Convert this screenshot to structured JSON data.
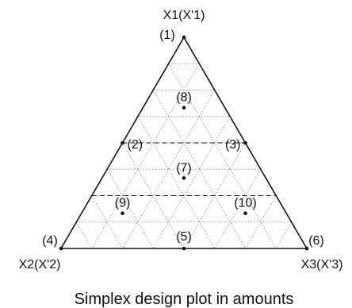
{
  "diagram": {
    "vertices": {
      "top": "X1(X'1)",
      "left": "X2(X'2)",
      "right": "X3(X'3)"
    },
    "caption": "Simplex design plot in amounts",
    "points": [
      {
        "label": "(1)",
        "bary": [
          1,
          0,
          0
        ]
      },
      {
        "label": "(2)",
        "bary": [
          0.5,
          0.5,
          0
        ]
      },
      {
        "label": "(3)",
        "bary": [
          0.5,
          0,
          0.5
        ]
      },
      {
        "label": "(4)",
        "bary": [
          0,
          1,
          0
        ]
      },
      {
        "label": "(5)",
        "bary": [
          0,
          0.5,
          0.5
        ]
      },
      {
        "label": "(6)",
        "bary": [
          0,
          0,
          1
        ]
      },
      {
        "label": "(7)",
        "bary": [
          0.3333,
          0.3333,
          0.3333
        ]
      },
      {
        "label": "(8)",
        "bary": [
          0.6667,
          0.1667,
          0.1667
        ]
      },
      {
        "label": "(9)",
        "bary": [
          0.1667,
          0.6667,
          0.1667
        ]
      },
      {
        "label": "(10)",
        "bary": [
          0.1667,
          0.1667,
          0.6667
        ]
      }
    ],
    "dashed_levels_x1": [
      0.25,
      0.5
    ],
    "grid_divisions": 8,
    "colors": {
      "ink": "#111111",
      "grid": "#555555"
    }
  }
}
